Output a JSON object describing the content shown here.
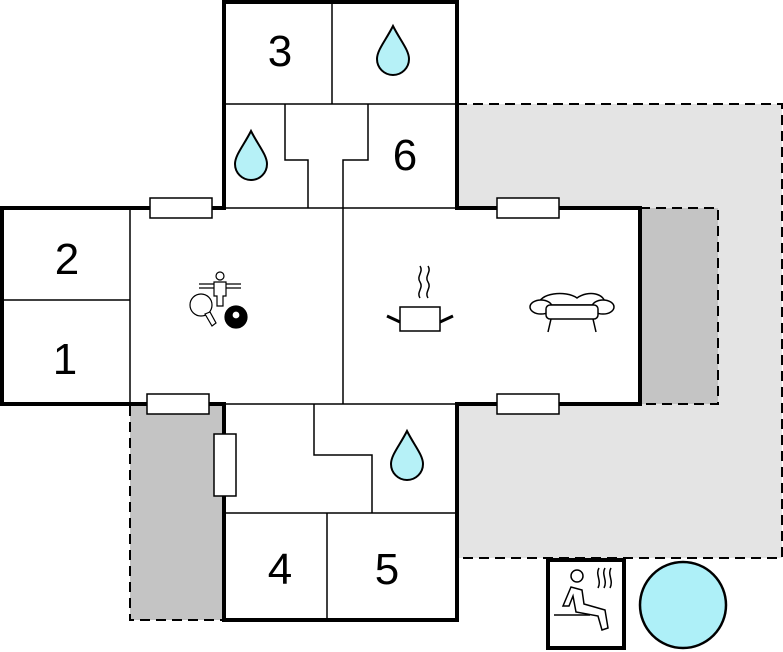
{
  "rooms": {
    "r1": "1",
    "r2": "2",
    "r3": "3",
    "r4": "4",
    "r5": "5",
    "r6": "6"
  },
  "colors": {
    "water": "#b6f1f7",
    "pool": "#aef0f8",
    "terrace": "#e4e4e4",
    "covered": "#c4c4c4"
  },
  "icons": [
    "water-drop-icon",
    "games-icon",
    "kitchen-pot-icon",
    "sofa-icon",
    "sauna-icon",
    "pool-icon"
  ]
}
